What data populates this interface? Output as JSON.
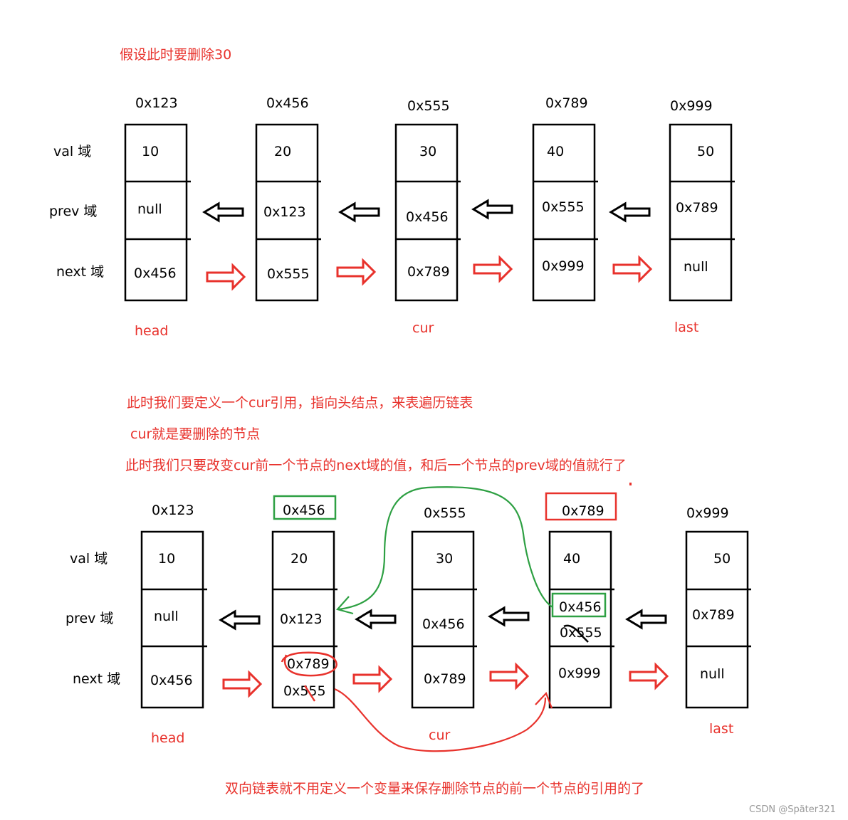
{
  "title_note": "假设此时要删除30",
  "field_labels": [
    "val 域",
    "prev 域",
    "next 域"
  ],
  "diagram1": {
    "nodes": [
      {
        "addr": "0x123",
        "val": "10",
        "prev": "null",
        "next": "0x456"
      },
      {
        "addr": "0x456",
        "val": "20",
        "prev": "0x123",
        "next": "0x555"
      },
      {
        "addr": "0x555",
        "val": "30",
        "prev": "0x456",
        "next": "0x789"
      },
      {
        "addr": "0x789",
        "val": "40",
        "prev": "0x555",
        "next": "0x999"
      },
      {
        "addr": "0x999",
        "val": "50",
        "prev": "0x789",
        "next": "null"
      }
    ],
    "pointers": {
      "head": "head",
      "cur": "cur",
      "last": "last"
    }
  },
  "notes": [
    "此时我们要定义一个cur引用，指向头结点，来表遍历链表",
    "cur就是要删除的节点",
    "此时我们只要改变cur前一个节点的next域的值，和后一个节点的prev域的值就行了"
  ],
  "diagram2": {
    "nodes": [
      {
        "addr": "0x123",
        "val": "10",
        "prev": "null",
        "next": "0x456"
      },
      {
        "addr": "0x456",
        "val": "20",
        "prev": "0x123",
        "next_new": "0x789",
        "next_old": "0x555"
      },
      {
        "addr": "0x555",
        "val": "30",
        "prev": "0x456",
        "next": "0x789"
      },
      {
        "addr": "0x789",
        "val": "40",
        "prev_new": "0x456",
        "prev_old": "0x555",
        "next": "0x999"
      },
      {
        "addr": "0x999",
        "val": "50",
        "prev": "0x789",
        "next": "null"
      }
    ],
    "pointers": {
      "head": "head",
      "cur": "cur",
      "last": "last"
    }
  },
  "bottom_note": "双向链表就不用定义一个变量来保存删除节点的前一个节点的引用的了",
  "watermark": "CSDN @Später321",
  "colors": {
    "red": "#e8322c",
    "green": "#2ea043",
    "black": "#000000"
  }
}
